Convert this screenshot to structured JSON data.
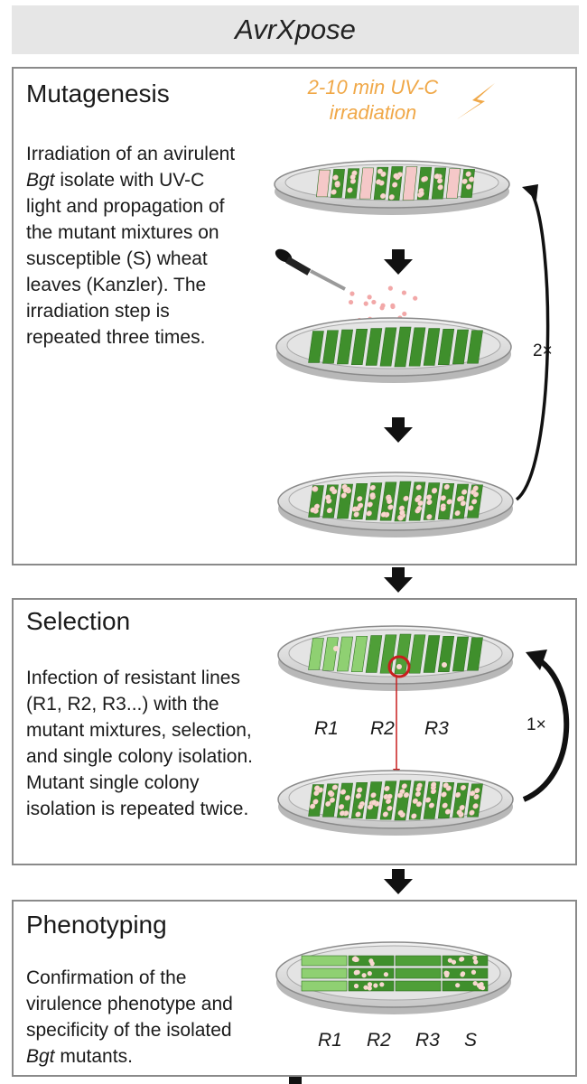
{
  "title": "AvrXpose",
  "panels": {
    "mutagenesis": {
      "title": "Mutagenesis",
      "text_pre": "Irradiation of an avirulent ",
      "text_italic": "Bgt",
      "text_post": " isolate with UV-C light and propagation of the mutant mixtures on susceptible (S) wheat leaves (Kanzler). The irradiation step is repeated three times.",
      "uv_label": "2-10 min UV-C irradiation",
      "repeat_label": "2×"
    },
    "selection": {
      "title": "Selection",
      "text": "Infection of resistant lines (R1, R2, R3...) with the mutant mixtures, selection, and single colony isolation. Mutant single colony isolation is repeated twice.",
      "plate_labels": [
        "R1",
        "R2",
        "R3"
      ],
      "repeat_label": "1×"
    },
    "phenotyping": {
      "title": "Phenotyping",
      "text_pre": "Confirmation of the virulence phenotype and specificity of the isolated ",
      "text_italic": "Bgt",
      "text_post": " mutants.",
      "plate_labels": [
        "R1",
        "R2",
        "R3",
        "S"
      ]
    }
  },
  "colors": {
    "leaf_dark": "#3f8f2c",
    "leaf_light": "#8fd072",
    "colony": "#f8d8d0",
    "uv": "#f0a848",
    "highlight": "#d42020",
    "panel_border": "#8a8a8a",
    "title_bar": "#e6e6e6"
  },
  "icons": [
    "lightning-icon",
    "pipette-icon",
    "down-arrow-icon",
    "curved-arrow-icon",
    "petri-dish-icon"
  ]
}
